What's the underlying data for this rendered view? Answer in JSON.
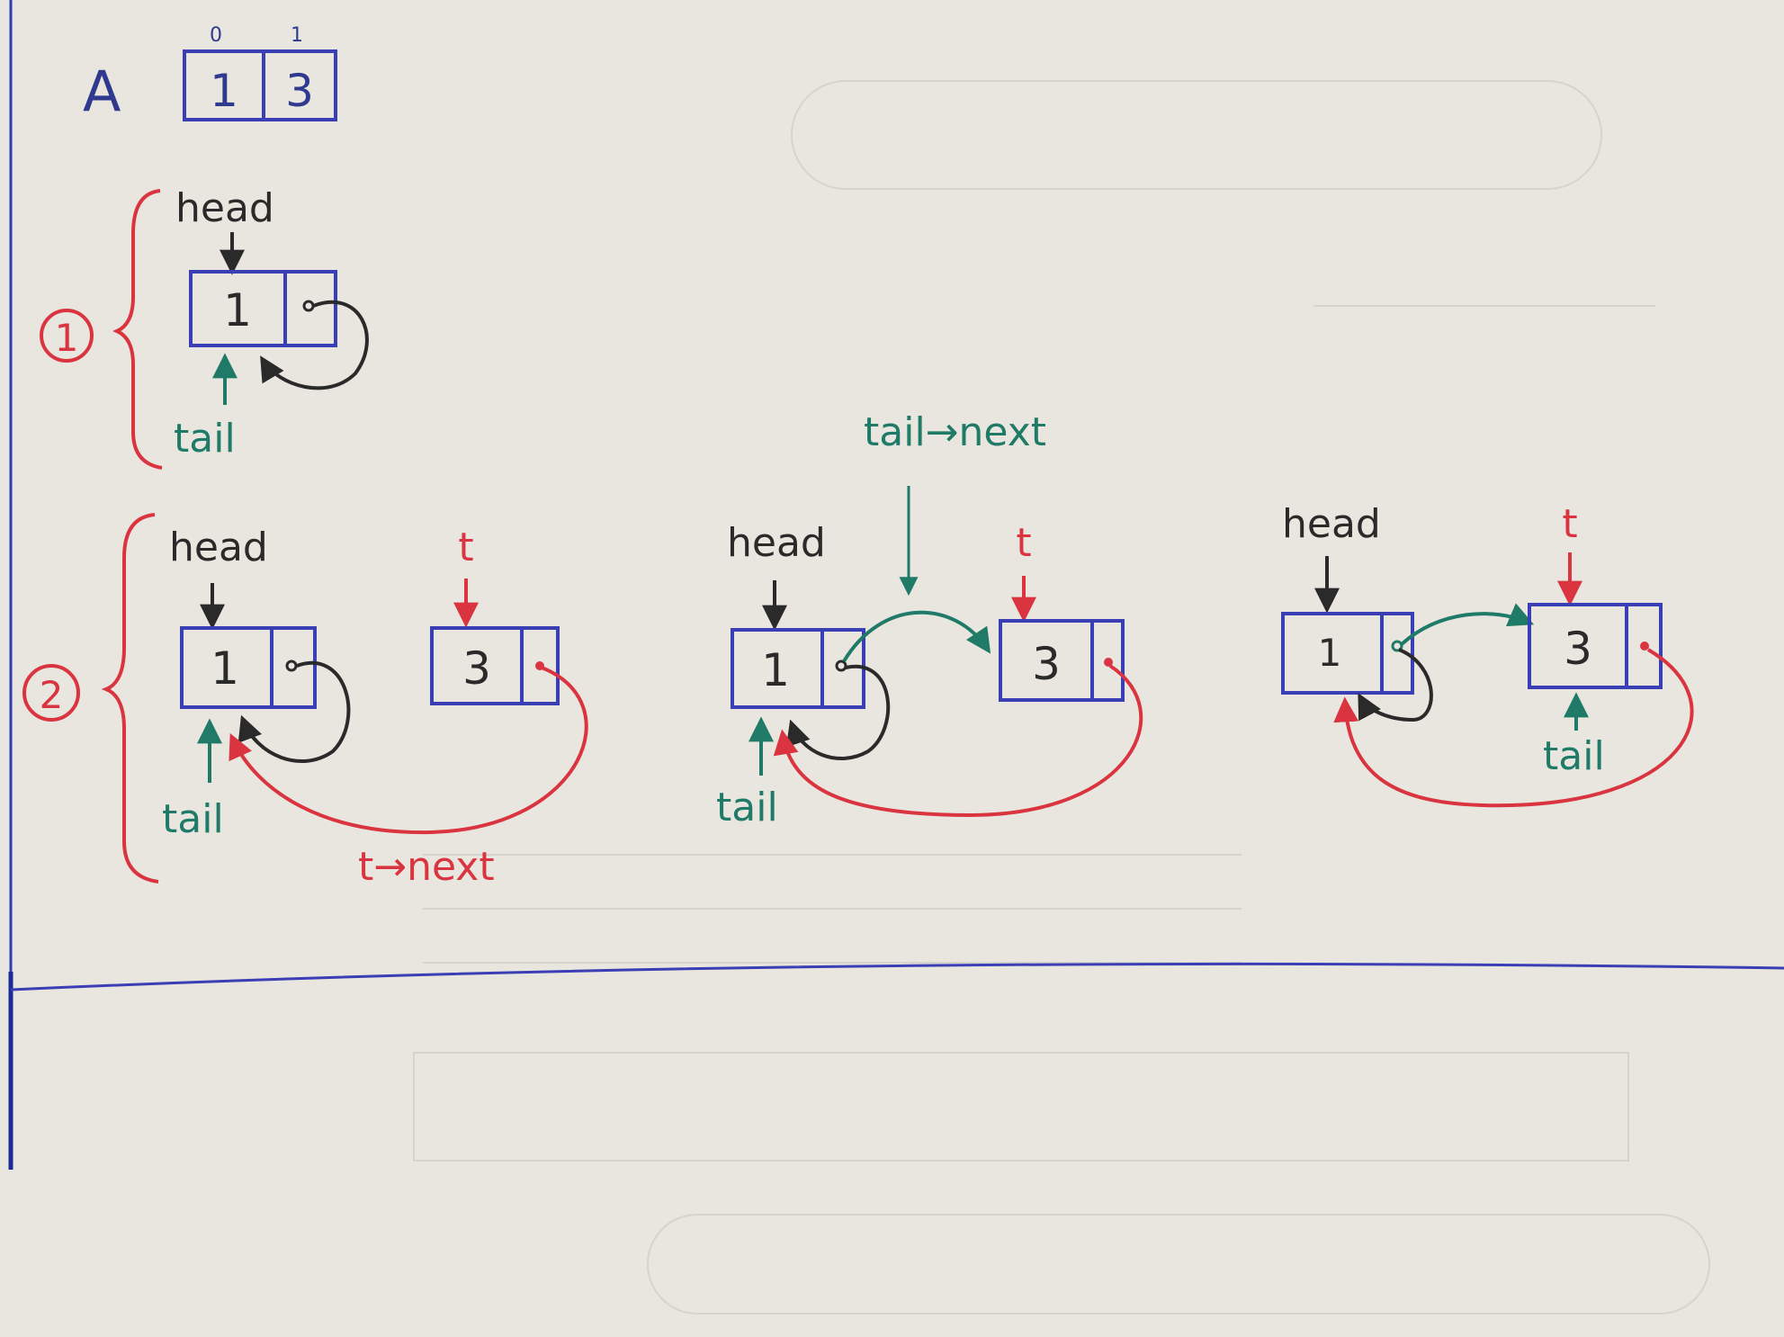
{
  "array": {
    "name": "A",
    "indices": [
      "0",
      "1"
    ],
    "values": [
      "1",
      "3"
    ]
  },
  "steps": [
    {
      "number": "1"
    },
    {
      "number": "2"
    }
  ],
  "labels": {
    "head": "head",
    "tail": "tail",
    "t": "t",
    "tail_next": "tail→next",
    "t_next": "t→next"
  },
  "node_values": {
    "first": "1",
    "second": "3"
  },
  "colors": {
    "paper": "#e9e6df",
    "box_blue": "#3b3fb5",
    "head_black": "#2a2a2a",
    "t_red": "#d9343f",
    "tail_teal": "#1f7a67",
    "margin_line": "#2c3fb3"
  }
}
